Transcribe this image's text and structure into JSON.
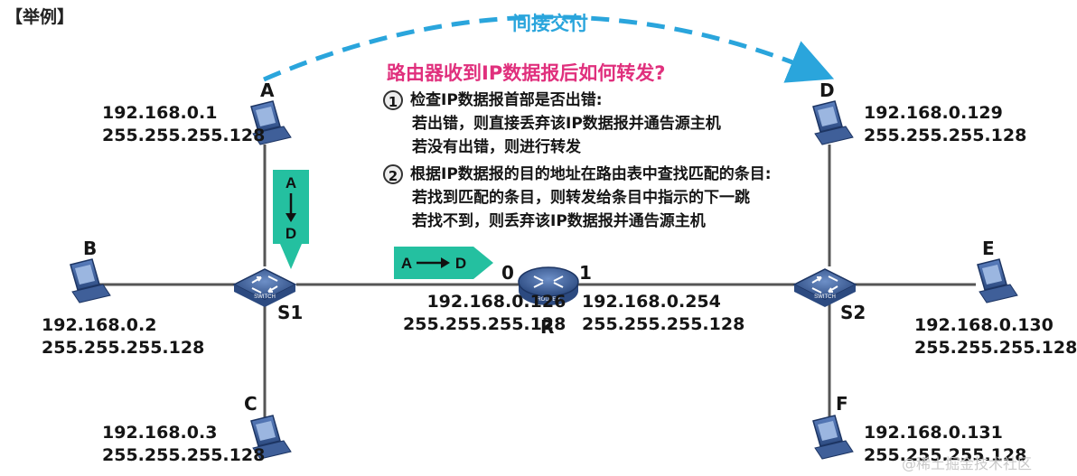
{
  "tag": "【举例】",
  "indirect_label": "间接交付",
  "question": "路由器收到IP数据报后如何转发?",
  "steps": [
    {
      "num": "1",
      "title": "检查IP数据报首部是否出错:",
      "lines": [
        "若出错，则直接丢弃该IP数据报并通告源主机",
        "若没有出错，则进行转发"
      ]
    },
    {
      "num": "2",
      "title": "根据IP数据报的目的地址在路由表中查找匹配的条目:",
      "lines": [
        "若找到匹配的条目，则转发给条目中指示的下一跳",
        "若找不到，则丢弃该IP数据报并通告源主机"
      ]
    }
  ],
  "hosts": {
    "A": {
      "label": "A",
      "ip": "192.168.0.1",
      "mask": "255.255.255.128"
    },
    "B": {
      "label": "B",
      "ip": "192.168.0.2",
      "mask": "255.255.255.128"
    },
    "C": {
      "label": "C",
      "ip": "192.168.0.3",
      "mask": "255.255.255.128"
    },
    "D": {
      "label": "D",
      "ip": "192.168.0.129",
      "mask": "255.255.255.128"
    },
    "E": {
      "label": "E",
      "ip": "192.168.0.130",
      "mask": "255.255.255.128"
    },
    "F": {
      "label": "F",
      "ip": "192.168.0.131",
      "mask": "255.255.255.128"
    }
  },
  "switches": {
    "S1": "S1",
    "S2": "S2",
    "icon_text": "SWITCH"
  },
  "router": {
    "label": "R",
    "icon_text": "ROUTER",
    "port0": {
      "label": "0",
      "ip": "192.168.0.126",
      "mask": "255.255.255.128"
    },
    "port1": {
      "label": "1",
      "ip": "192.168.0.254",
      "mask": "255.255.255.128"
    }
  },
  "packet_vertical": {
    "from": "A",
    "to": "D"
  },
  "packet_horizontal": {
    "from": "A",
    "to": "D"
  },
  "watermark": "@稀土掘金技术社区",
  "colors": {
    "accent_blue": "#2aa5dc",
    "packet_teal": "#24c0a0",
    "question_pink": "#e0307d",
    "device_blue": "#3a5f9a"
  }
}
